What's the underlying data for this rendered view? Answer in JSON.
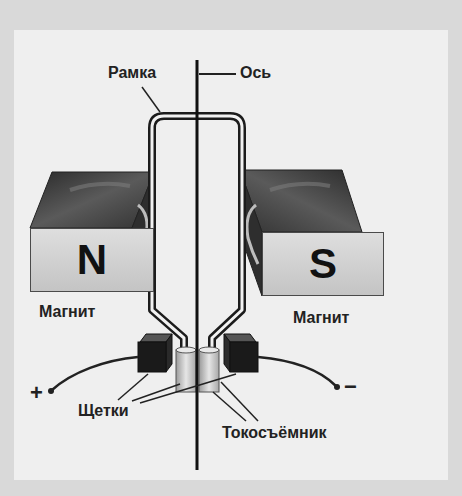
{
  "diagram": {
    "nodes": [
      {
        "text": [
          "N",
          "Магнит"
        ]
      },
      {
        "text": [
          "S",
          "Магнит"
        ]
      }
    ],
    "labels": [
      "Рамка",
      "Ось",
      "+",
      "−",
      "Щетки",
      "Токосъёмник"
    ]
  }
}
